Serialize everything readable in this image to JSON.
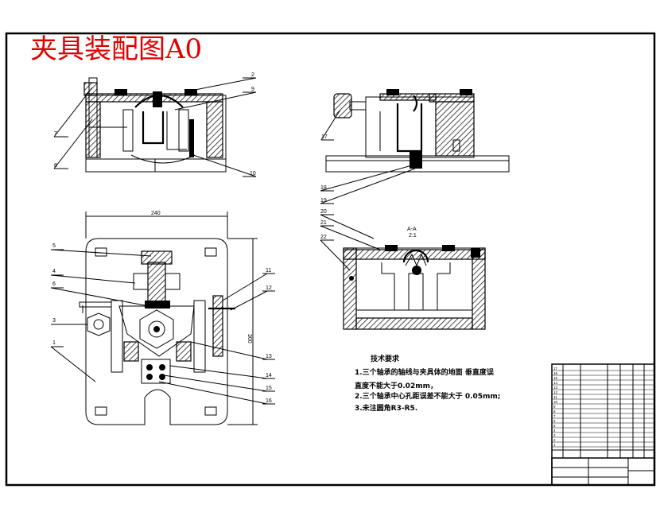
{
  "drawing": {
    "title": "夹具装配图A0"
  },
  "top_view": {
    "callouts": [
      "7",
      "8",
      "9",
      "2",
      "10"
    ]
  },
  "side_view": {
    "callouts": [
      "17",
      "18",
      "19",
      "20",
      "21",
      "22"
    ]
  },
  "plan_view": {
    "dim_width": "240",
    "dim_height": "300",
    "callouts": [
      "5",
      "4",
      "6",
      "3",
      "1",
      "11",
      "12",
      "13",
      "14",
      "15",
      "16"
    ]
  },
  "section_view": {
    "section_label": "A-A",
    "scale": "2:1"
  },
  "technical_requirements": {
    "heading": "技术要求",
    "lines": [
      "1.三个轴承的轴线与夹具体的地面 垂直度误",
      "直度不能大于0.02mm，",
      "2.三个轴承中心孔距误差不能大于  0.05mm;",
      "3.未注圆角R3-R5."
    ]
  },
  "title_block": {
    "row_numbers": [
      "17",
      "16",
      "15",
      "14",
      "13",
      "12",
      "11",
      "10",
      "9",
      "8",
      "7",
      "6",
      "5",
      "4",
      "3",
      "2",
      "1"
    ]
  }
}
